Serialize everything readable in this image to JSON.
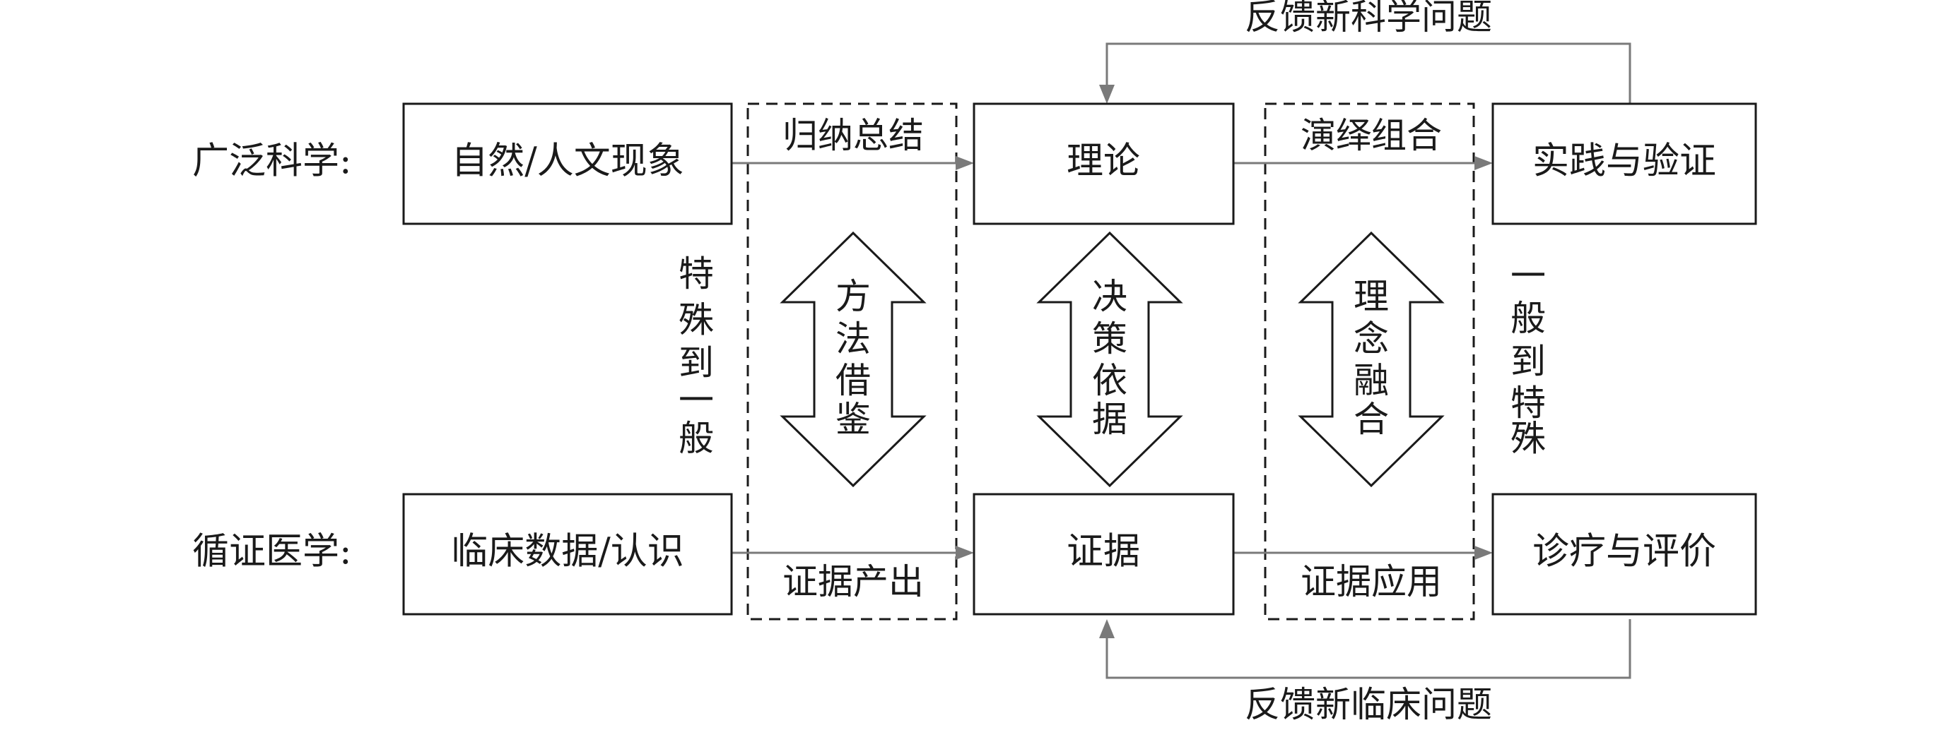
{
  "rows": {
    "top_label": "广泛科学:",
    "bottom_label": "循证医学:"
  },
  "boxes": {
    "natural_phenomena": "自然/人文现象",
    "theory": "理论",
    "practice_verification": "实践与验证",
    "clinical_data": "临床数据/认识",
    "evidence": "证据",
    "diagnosis_evaluation": "诊疗与评价"
  },
  "edges": {
    "induction": "归纳总结",
    "deduction": "演绎组合",
    "evidence_production": "证据产出",
    "evidence_application": "证据应用",
    "feedback_science": "反馈新科学问题",
    "feedback_clinical": "反馈新临床问题"
  },
  "vertical_labels": {
    "specific_to_general": [
      "特",
      "殊",
      "到",
      "一",
      "般"
    ],
    "general_to_specific": [
      "一",
      "般",
      "到",
      "特",
      "殊"
    ],
    "method_borrowing": [
      "方",
      "法",
      "借",
      "鉴"
    ],
    "decision_basis": [
      "决",
      "策",
      "依",
      "据"
    ],
    "concept_fusion": [
      "理",
      "念",
      "融",
      "合"
    ]
  },
  "colors": {
    "stroke": "#1a1a1a",
    "arrow": "#7a7a7a"
  }
}
